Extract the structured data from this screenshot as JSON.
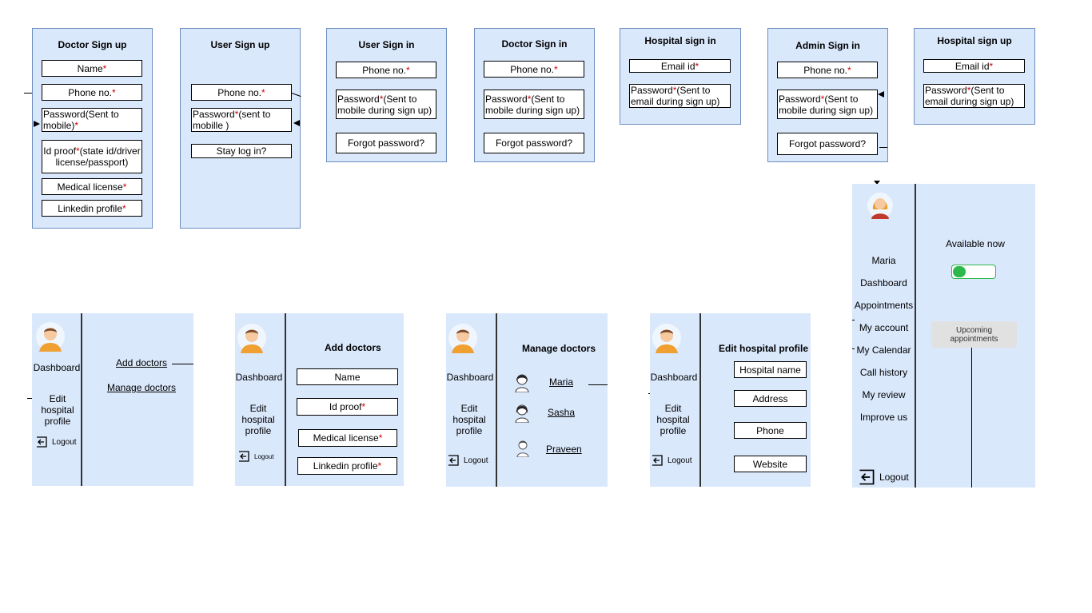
{
  "doctor_signup": {
    "title": "Doctor Sign up",
    "name": "Name",
    "phone": "Phone no.",
    "password_a": "Password(Sent to",
    "password_b": "mobile)",
    "idproof_a": "Id proof",
    "idproof_b": "(state id/driver",
    "idproof_c": "license/passport)",
    "medical": "Medical license",
    "linkedin": "Linkedin profile",
    "star": "*"
  },
  "user_signup": {
    "title": "User Sign up",
    "phone": "Phone no.",
    "password_a": "Password",
    "password_b": "(sent to",
    "password_c": "mobille )",
    "stay": "Stay log in?",
    "star": "*"
  },
  "user_signin": {
    "title": "User Sign in",
    "phone": "Phone no.",
    "password_a": "Password",
    "password_b": "(Sent to",
    "password_c": "mobile during sign up)",
    "forgot": "Forgot password?",
    "star": "*"
  },
  "doctor_signin": {
    "title": "Doctor Sign in",
    "phone": "Phone no.",
    "password_a": "Password",
    "password_b": "(Sent to",
    "password_c": "mobile during sign up)",
    "forgot": "Forgot password?",
    "star": "*"
  },
  "hospital_signin": {
    "title": "Hospital sign in",
    "email": "Email id",
    "password_a": "Password",
    "password_b": "(Sent to",
    "password_c": "email during sign up)",
    "star": "*"
  },
  "admin_signin": {
    "title": "Admin Sign in",
    "phone": "Phone no.",
    "password_a": "Password",
    "password_b": "(Sent to",
    "password_c": "mobile during sign up)",
    "forgot": "Forgot password?",
    "star": "*"
  },
  "hospital_signup": {
    "title": "Hospital sign up",
    "email": "Email id",
    "password_a": "Password",
    "password_b": "(Sent to",
    "password_c": "email during sign up)",
    "star": "*"
  },
  "hospital_home": {
    "dashboard": "Dashboard",
    "edit_profile": "Edit hospital profile",
    "logout": "Logout",
    "add_doctors": "Add doctors",
    "manage_doctors": "Manage doctors"
  },
  "add_doctors": {
    "dashboard": "Dashboard",
    "edit_profile": "Edit hospital profile",
    "logout": "Logout",
    "title": "Add doctors",
    "name": "Name",
    "idproof": "Id proof",
    "medical": "Medical license",
    "linkedin": "Linkedin profile",
    "star": "*"
  },
  "manage_doctors": {
    "dashboard": "Dashboard",
    "edit_profile": "Edit hospital profile",
    "logout": "Logout",
    "title": "Manage doctors",
    "doctors": [
      "Maria",
      "Sasha",
      "Praveen"
    ]
  },
  "edit_hospital": {
    "dashboard": "Dashboard",
    "edit_profile": "Edit hospital profile",
    "logout": "Logout",
    "title": "Edit hospital profile",
    "fields": [
      "Hospital name",
      "Address",
      "Phone",
      "Website"
    ]
  },
  "doctor_dashboard": {
    "name": "Maria",
    "menu": [
      "Dashboard",
      "Appointments",
      "My account",
      "My Calendar",
      "Call history",
      "My review",
      "Improve us"
    ],
    "logout": "Logout",
    "available": "Available now",
    "available_on": true,
    "upcoming": "Upcoming appointments",
    "toggle_color": "#2db84b"
  },
  "colors": {
    "panel_fill": "#dae8fc",
    "panel_border": "#6c8ebf",
    "required": "#cc0000"
  }
}
